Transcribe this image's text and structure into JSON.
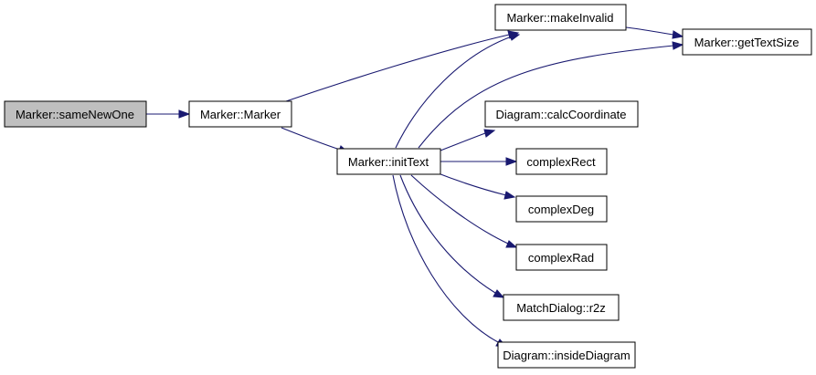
{
  "colors": {
    "edge": "#191970",
    "node_fill": "#ffffff",
    "root_fill": "#bfbfbf",
    "node_stroke": "#000000"
  },
  "nodes": {
    "sameNewOne": "Marker::sameNewOne",
    "marker_ctor": "Marker::Marker",
    "initText": "Marker::initText",
    "makeInvalid": "Marker::makeInvalid",
    "getTextSize": "Marker::getTextSize",
    "calcCoordinate": "Diagram::calcCoordinate",
    "complexRect": "complexRect",
    "complexDeg": "complexDeg",
    "complexRad": "complexRad",
    "r2z": "MatchDialog::r2z",
    "insideDiagram": "Diagram::insideDiagram"
  }
}
